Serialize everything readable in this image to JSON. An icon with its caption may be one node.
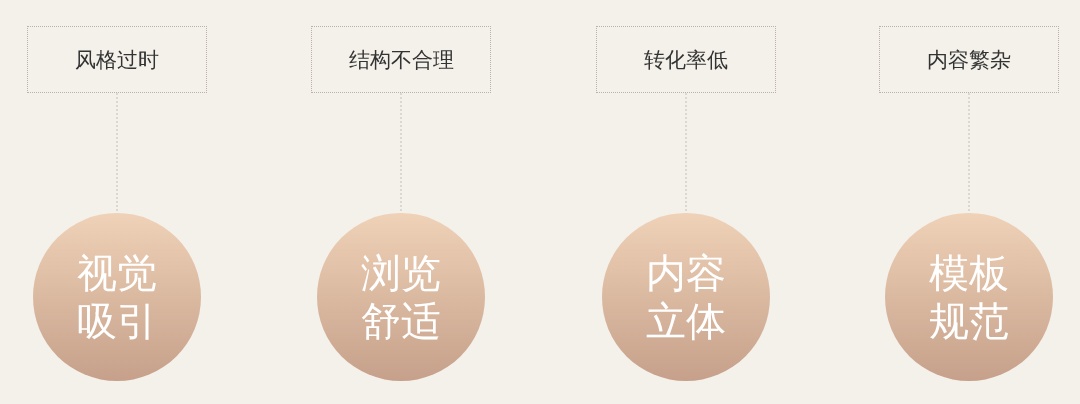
{
  "diagram": {
    "nodes": [
      {
        "text": [
          "风格过时"
        ]
      },
      {
        "text": [
          "结构不合理"
        ]
      },
      {
        "text": [
          "转化率低"
        ]
      },
      {
        "text": [
          "内容繁杂"
        ]
      },
      {
        "text": [
          "视觉吸引"
        ]
      },
      {
        "text": [
          "浏览舒适"
        ]
      },
      {
        "text": [
          "内容立体"
        ]
      },
      {
        "text": [
          "模板规范"
        ]
      }
    ],
    "edges": [
      {
        "from": 0,
        "to": 4,
        "arrow": "none",
        "style": "dashed"
      },
      {
        "from": 1,
        "to": 5,
        "arrow": "none",
        "style": "dashed"
      },
      {
        "from": 2,
        "to": 6,
        "arrow": "none",
        "style": "dashed"
      },
      {
        "from": 3,
        "to": 7,
        "arrow": "none",
        "style": "dashed"
      }
    ]
  }
}
